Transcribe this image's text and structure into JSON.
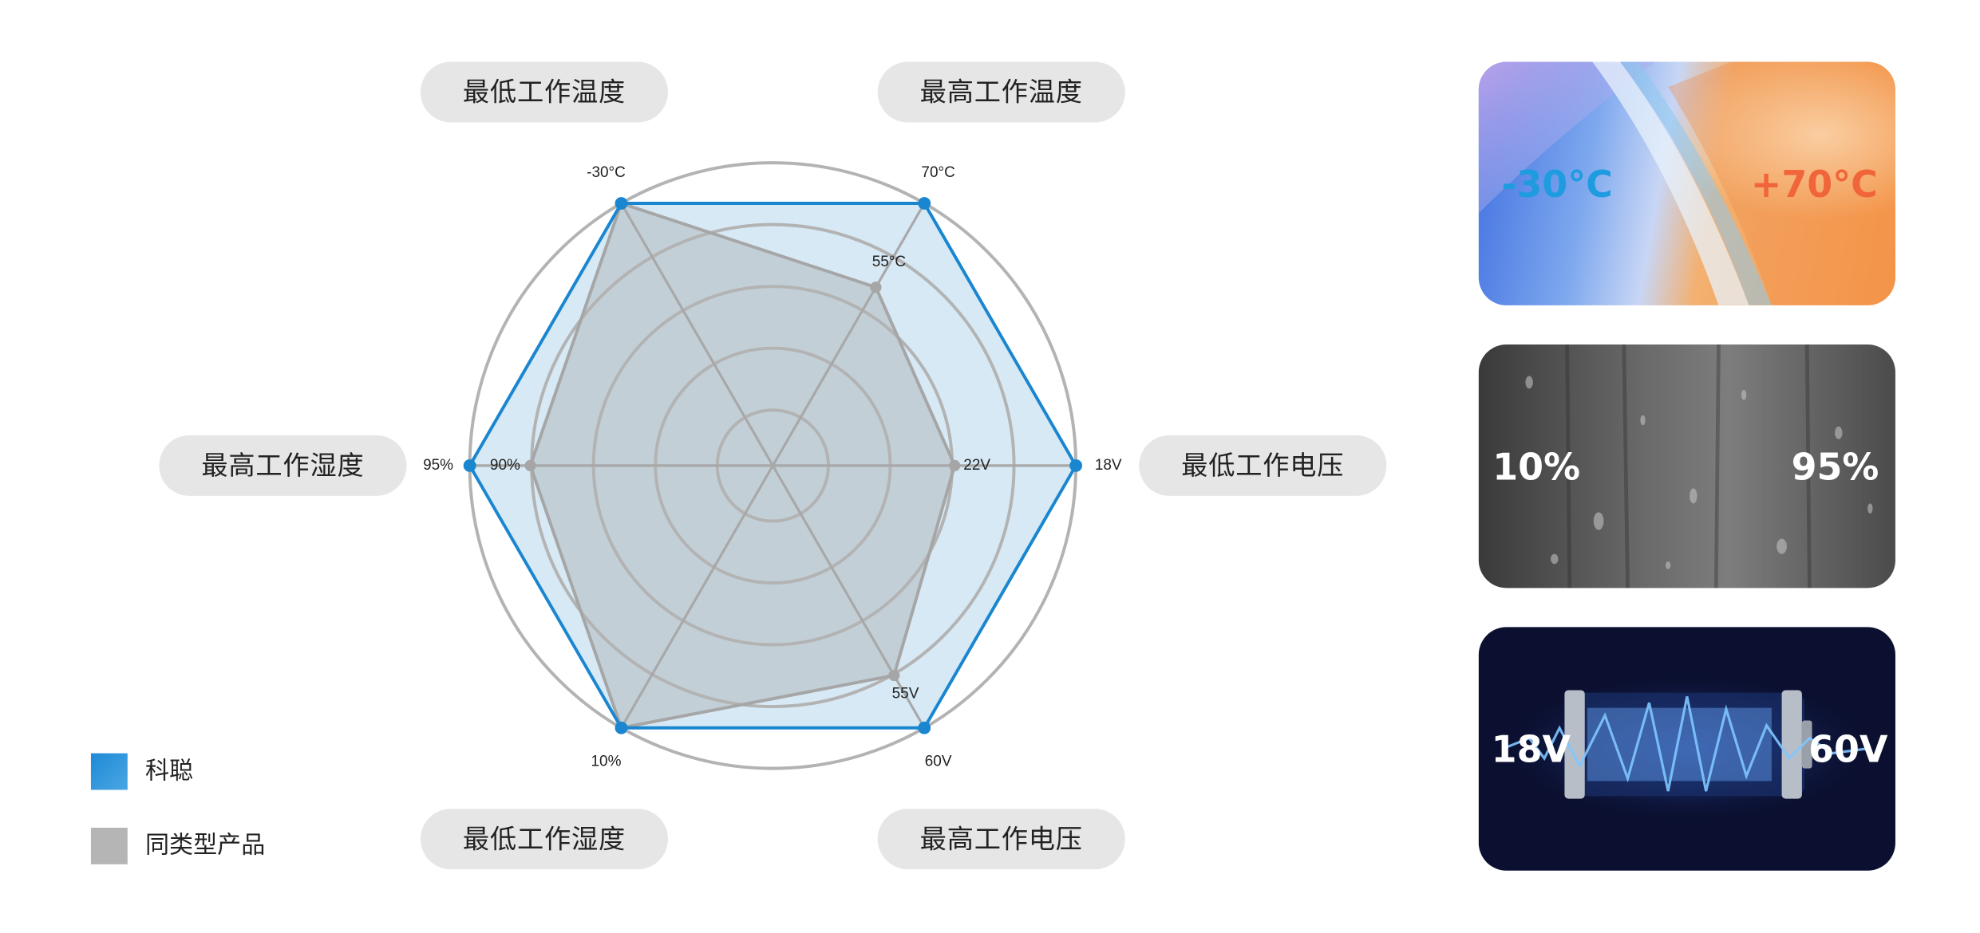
{
  "chart_data": {
    "type": "radar",
    "axes": [
      "最低工作温度",
      "最高工作温度",
      "最低工作电压",
      "最高工作电压",
      "最低工作湿度",
      "最高工作湿度"
    ],
    "series": [
      {
        "name": "科聪",
        "values": [
          1.0,
          1.0,
          1.0,
          1.0,
          1.0,
          1.0
        ],
        "labels": [
          "-30°C",
          "70°C",
          "18V",
          "60V",
          "10%",
          "95%"
        ],
        "color": "#1a86d0"
      },
      {
        "name": "同类型产品",
        "values": [
          1.0,
          0.68,
          0.6,
          0.8,
          1.0,
          0.8
        ],
        "labels": [
          "",
          "55°C",
          "22V",
          "55V",
          "",
          "90%"
        ],
        "color": "#a6a6a6"
      }
    ],
    "grid": true,
    "legend_position": "bottom-left"
  },
  "cards": [
    {
      "name": "temperature",
      "left": "-30°C",
      "right": "+70°C",
      "left_color": "#1f9be0",
      "right_color": "#f0653a"
    },
    {
      "name": "humidity",
      "left": "10%",
      "right": "95%",
      "left_color": "#ffffff",
      "right_color": "#ffffff"
    },
    {
      "name": "voltage",
      "left": "18V",
      "right": "60V",
      "left_color": "#ffffff",
      "right_color": "#ffffff"
    }
  ],
  "colors": {
    "accent": "#1a86d0",
    "accent_fill": "#d6e9f5",
    "gray": "#a6a6a6",
    "pill_bg": "#e6e6e6"
  }
}
